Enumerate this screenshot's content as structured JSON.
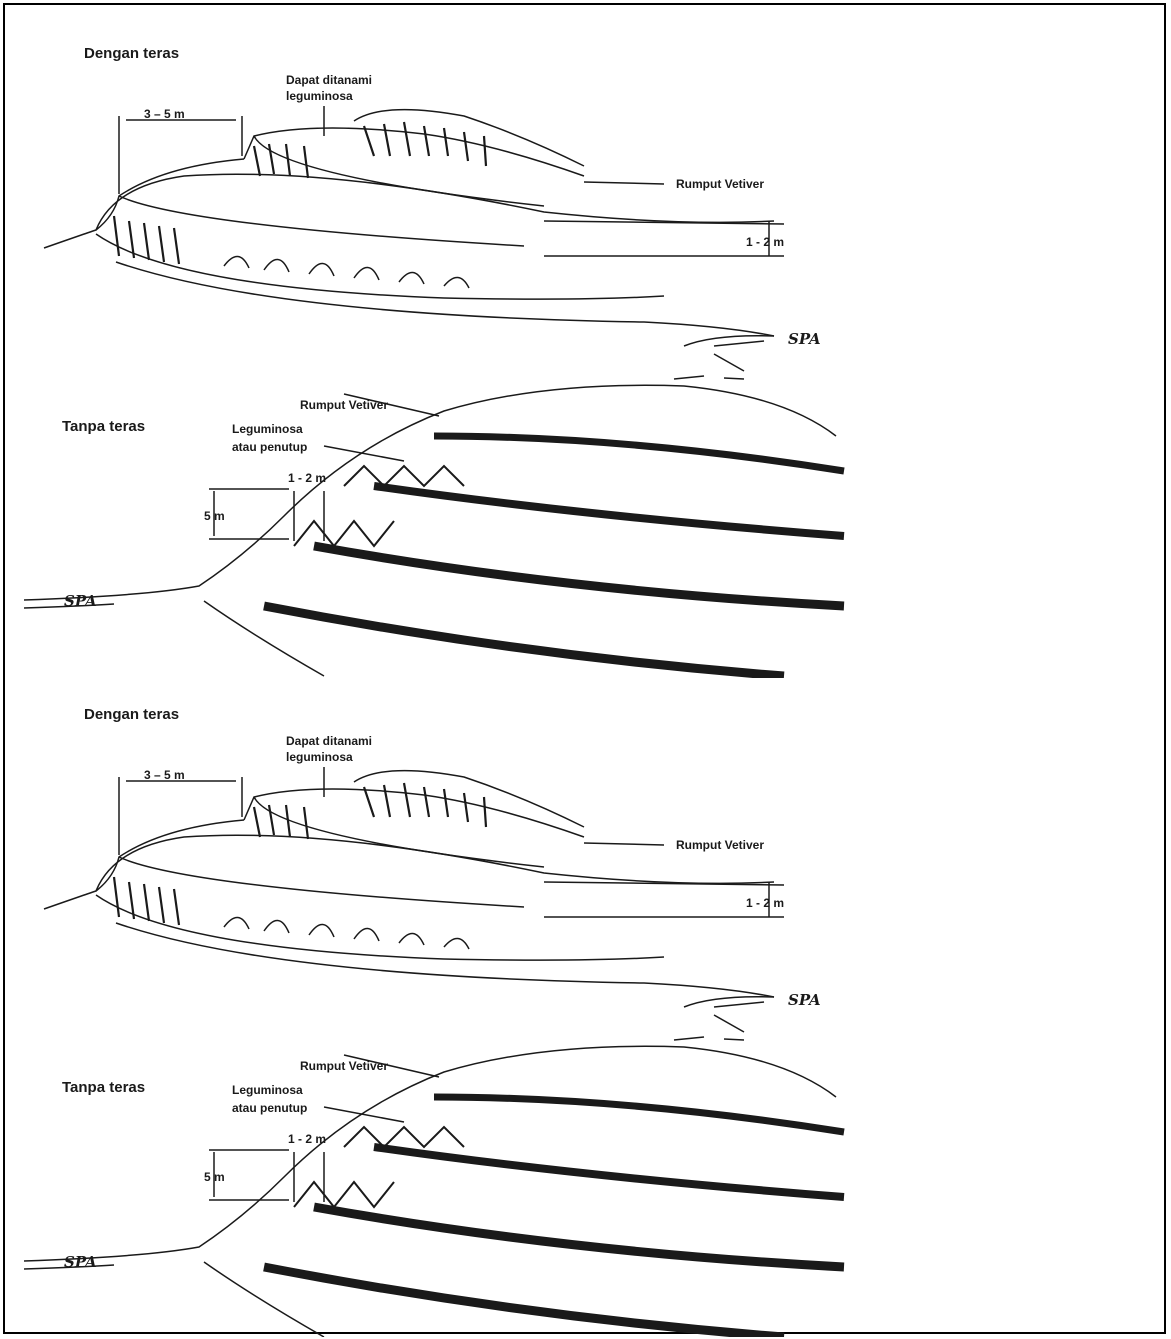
{
  "figure": {
    "panels": [
      {
        "top_title": "Dengan teras",
        "top_legume_label_line1": "Dapat ditanami",
        "top_legume_label_line2": "leguminosa",
        "top_terrace_width": "3 – 5 m",
        "top_vetiver_label": "Rumput Vetiver",
        "top_height_label": "1 - 2 m",
        "top_spa_label": "SPA",
        "bottom_vetiver_label": "Rumput Vetiver",
        "bottom_title": "Tanpa teras",
        "bottom_legume_line1": "Leguminosa",
        "bottom_legume_line2": "atau penutup",
        "bottom_strip_width": "1 - 2 m",
        "bottom_height_label": "5 m",
        "bottom_spa_label": "SPA"
      },
      {
        "top_title": "Dengan teras",
        "top_legume_label_line1": "Dapat ditanami",
        "top_legume_label_line2": "leguminosa",
        "top_terrace_width": "3 – 5 m",
        "top_vetiver_label": "Rumput Vetiver",
        "top_height_label": "1 - 2 m",
        "top_spa_label": "SPA",
        "bottom_vetiver_label": "Rumput Vetiver",
        "bottom_title": "Tanpa teras",
        "bottom_legume_line1": "Leguminosa",
        "bottom_legume_line2": "atau penutup",
        "bottom_strip_width": "1 - 2 m",
        "bottom_height_label": "5 m",
        "bottom_spa_label": "SPA"
      }
    ],
    "colors": {
      "ink": "#1a1a1a",
      "paper": "#ffffff",
      "frame": "#000000"
    }
  }
}
